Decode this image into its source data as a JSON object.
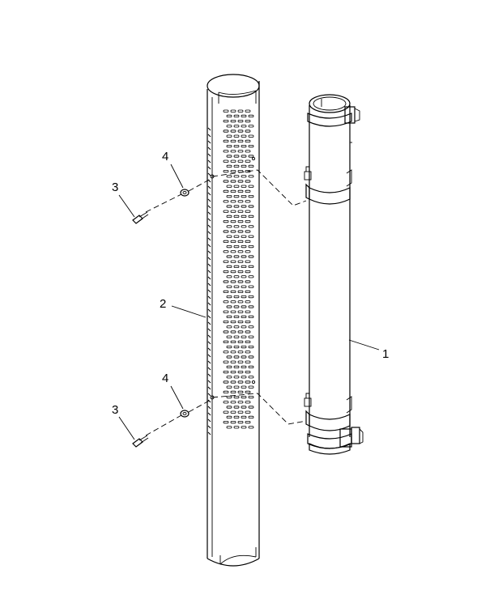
{
  "figure": {
    "callouts": {
      "exhaust_pipe_clamp_assembly": "1",
      "heat_shield": "2",
      "screw_upper": "3",
      "screw_lower": "3",
      "washer_upper": "4",
      "washer_lower": "4"
    },
    "line_color": "#000000",
    "background": "#ffffff"
  }
}
